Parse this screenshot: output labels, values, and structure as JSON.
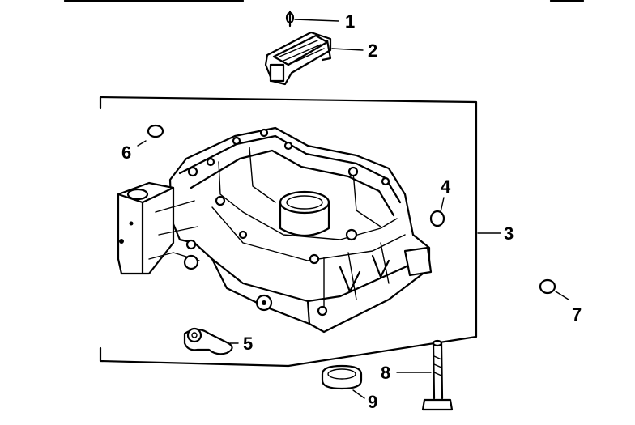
{
  "diagram": {
    "callouts": [
      {
        "id": "1",
        "label": "1"
      },
      {
        "id": "2",
        "label": "2"
      },
      {
        "id": "3",
        "label": "3"
      },
      {
        "id": "4",
        "label": "4"
      },
      {
        "id": "5",
        "label": "5"
      },
      {
        "id": "6",
        "label": "6"
      },
      {
        "id": "7",
        "label": "7"
      },
      {
        "id": "8",
        "label": "8"
      },
      {
        "id": "9",
        "label": "9"
      }
    ],
    "line_color": "#000000",
    "background": "#ffffff"
  }
}
